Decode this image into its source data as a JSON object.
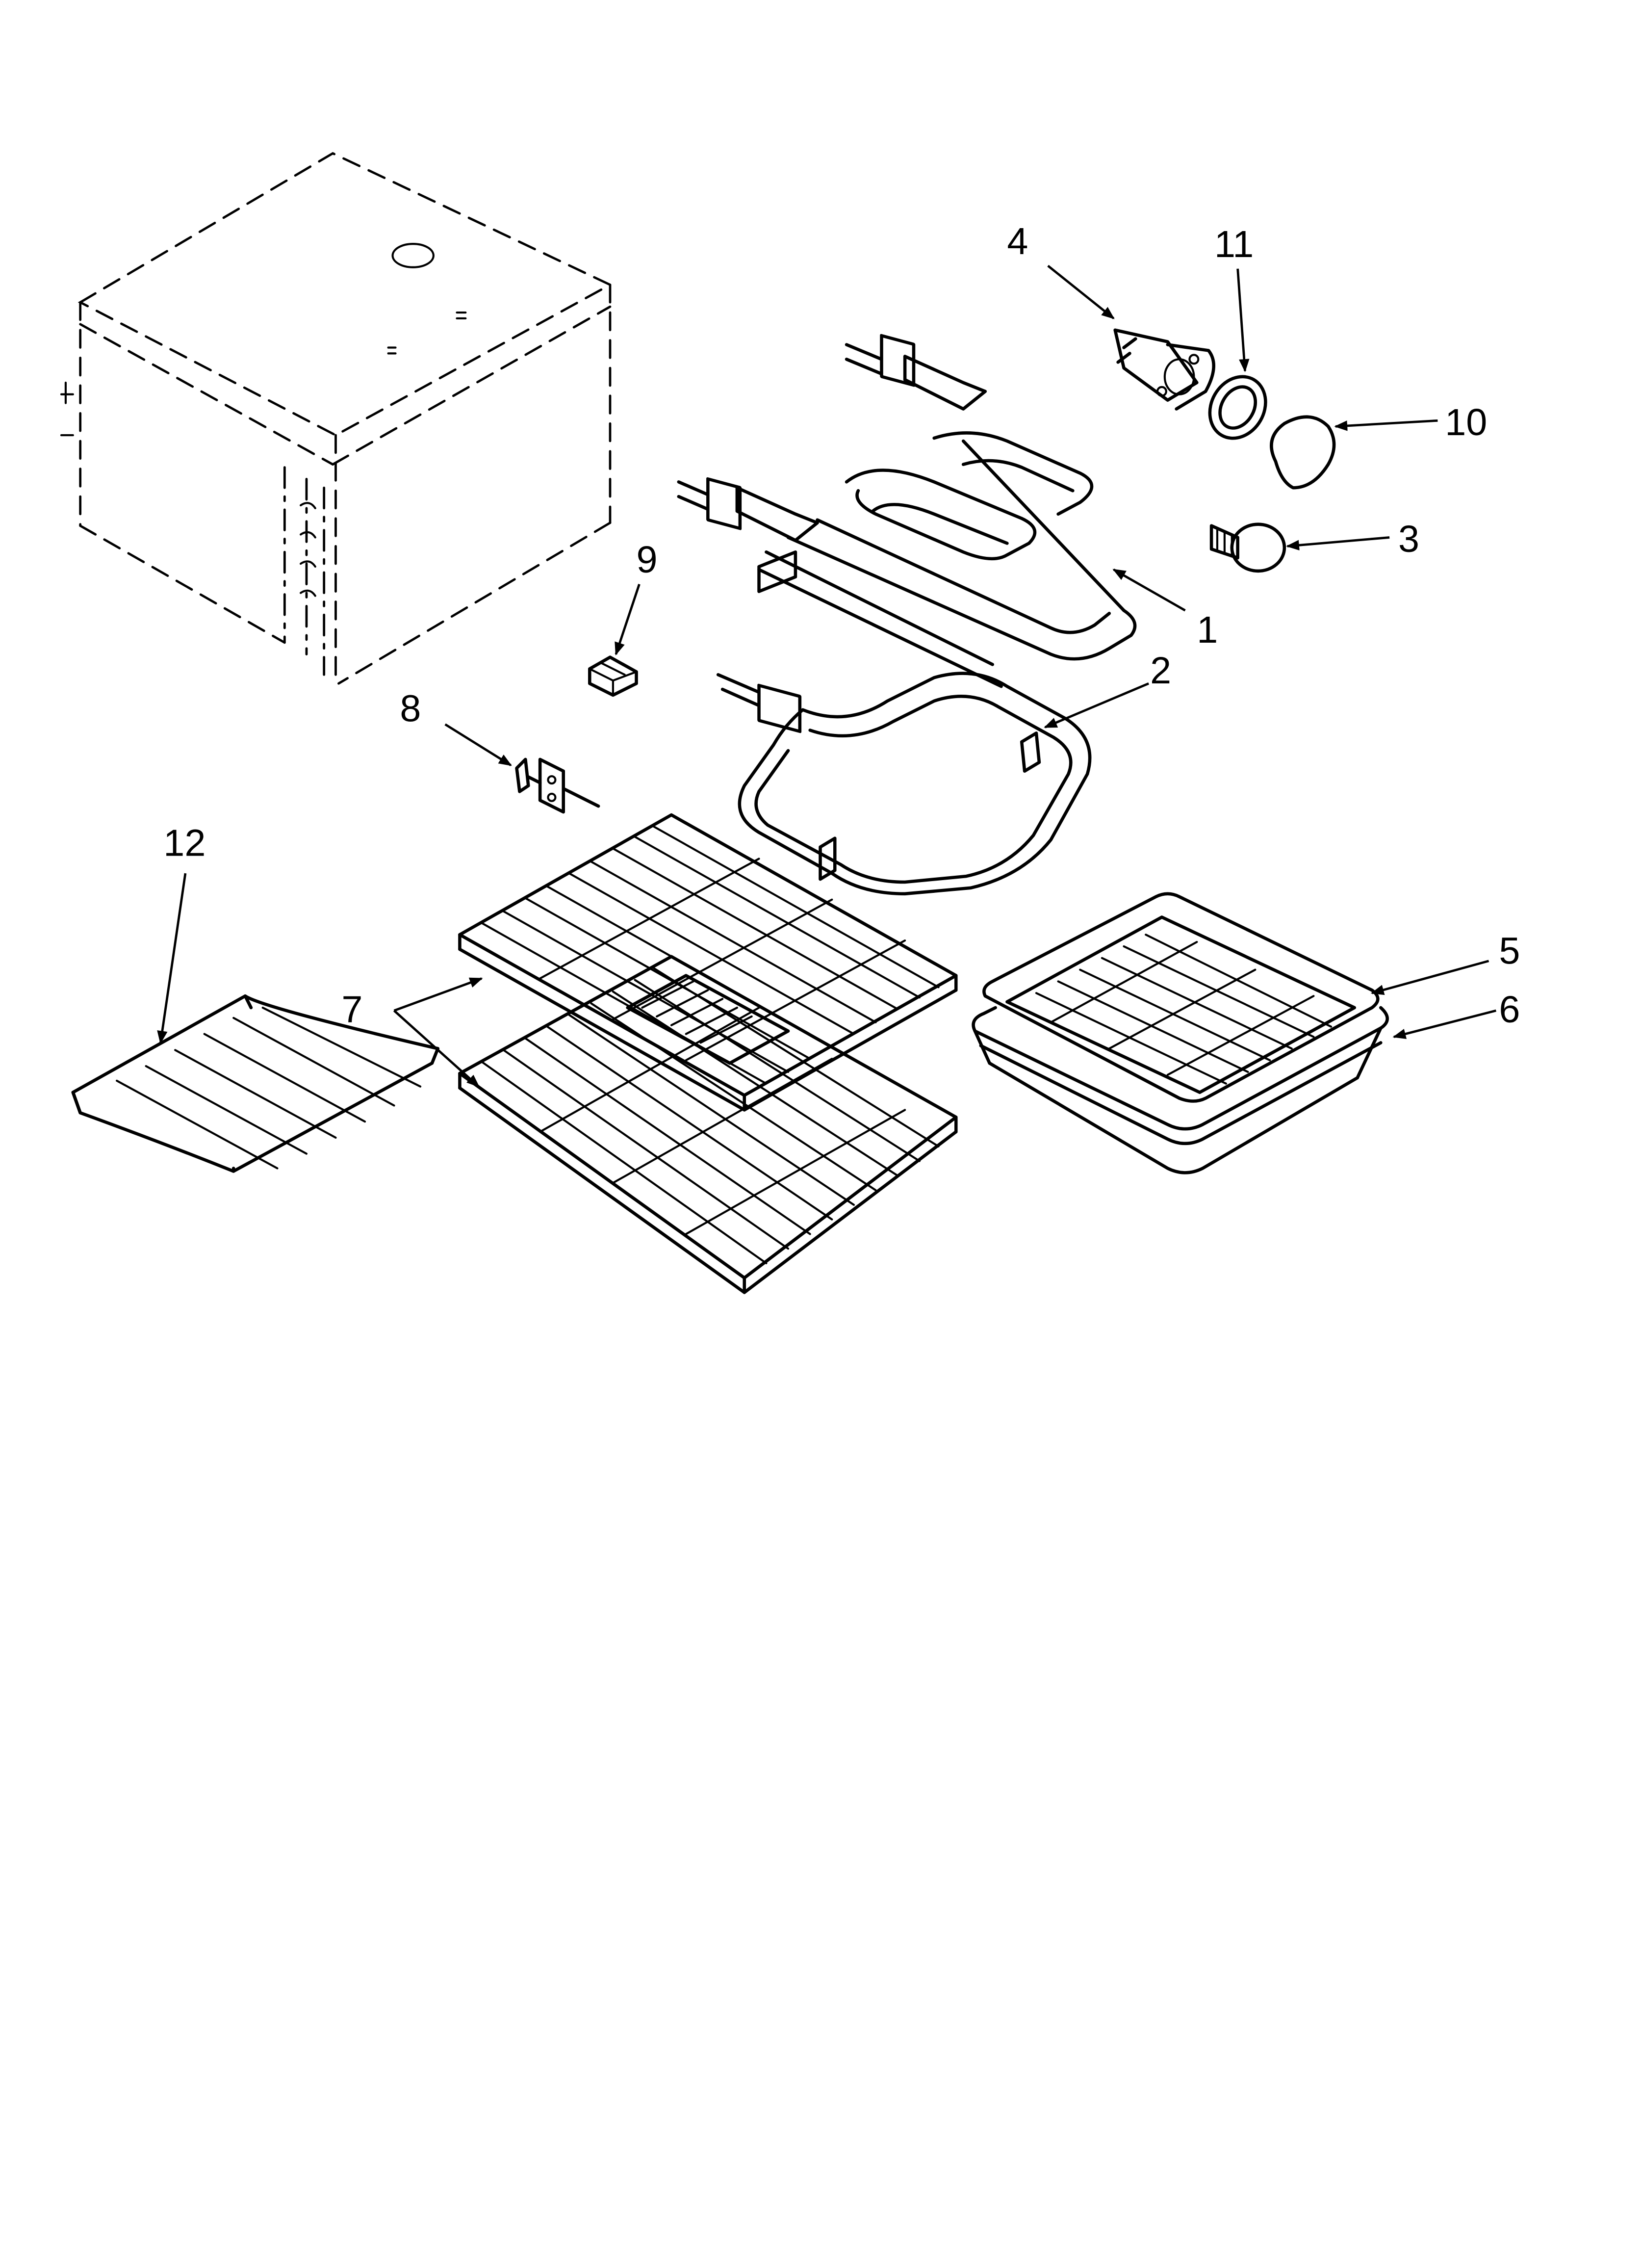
{
  "diagram": {
    "callouts": [
      {
        "id": "1",
        "label": "1"
      },
      {
        "id": "2",
        "label": "2"
      },
      {
        "id": "3",
        "label": "3"
      },
      {
        "id": "4",
        "label": "4"
      },
      {
        "id": "5",
        "label": "5"
      },
      {
        "id": "6",
        "label": "6"
      },
      {
        "id": "7",
        "label": "7"
      },
      {
        "id": "8",
        "label": "8"
      },
      {
        "id": "9",
        "label": "9"
      },
      {
        "id": "10",
        "label": "10"
      },
      {
        "id": "11",
        "label": "11"
      },
      {
        "id": "12",
        "label": "12"
      }
    ],
    "colors": {
      "ink": "#000000",
      "paper": "#ffffff"
    }
  }
}
